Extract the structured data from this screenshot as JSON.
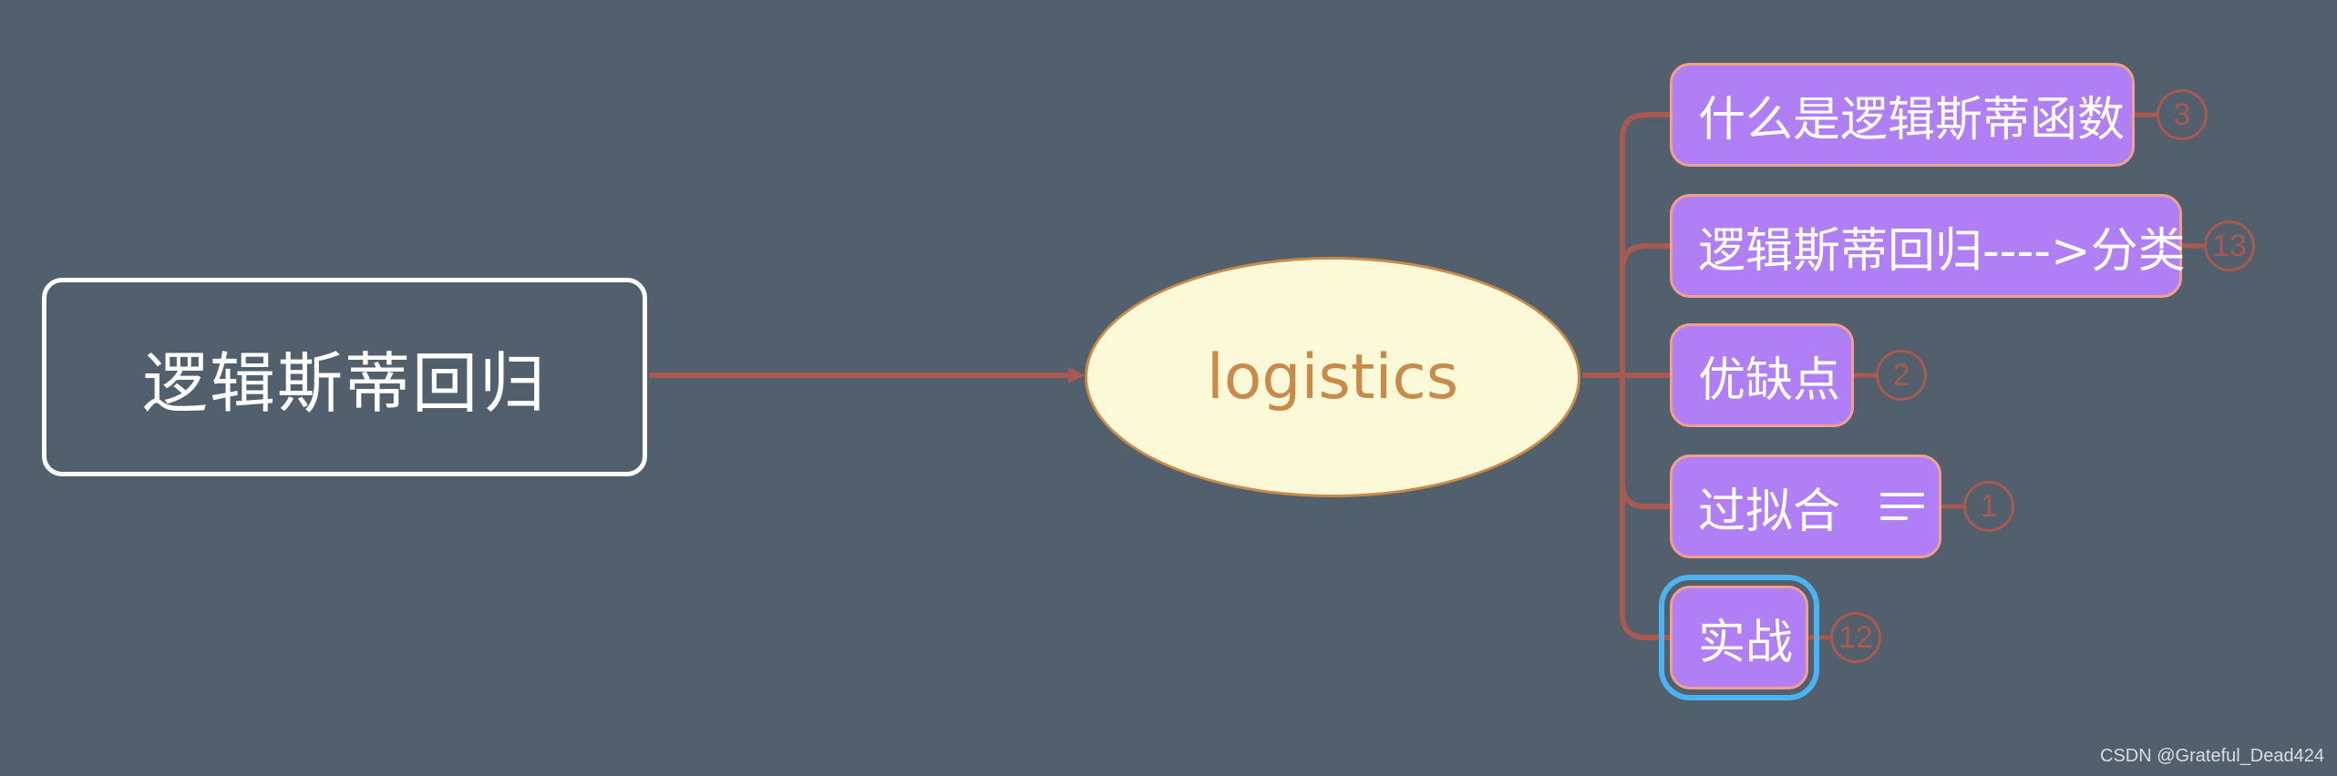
{
  "root": {
    "label": "逻辑斯蒂回归"
  },
  "center": {
    "label": "logistics"
  },
  "subtopics": [
    {
      "label": "什么是逻辑斯蒂函数",
      "count": "3",
      "has_notes": false,
      "selected": false
    },
    {
      "label": "逻辑斯蒂回归---->分类",
      "count": "13",
      "has_notes": false,
      "selected": false
    },
    {
      "label": "优缺点",
      "count": "2",
      "has_notes": false,
      "selected": false
    },
    {
      "label": "过拟合",
      "count": "1",
      "has_notes": true,
      "selected": false
    },
    {
      "label": "实战",
      "count": "12",
      "has_notes": false,
      "selected": true
    }
  ],
  "watermark": "CSDN @Grateful_Dead424",
  "colors": {
    "background": "#525f6c",
    "connector": "#a85a50",
    "center_fill": "#fcf9d8",
    "center_text": "#c98b49",
    "subtopic_fill": "#b07ef5",
    "subtopic_border": "#f2a08c",
    "selection": "#4db3f0"
  }
}
